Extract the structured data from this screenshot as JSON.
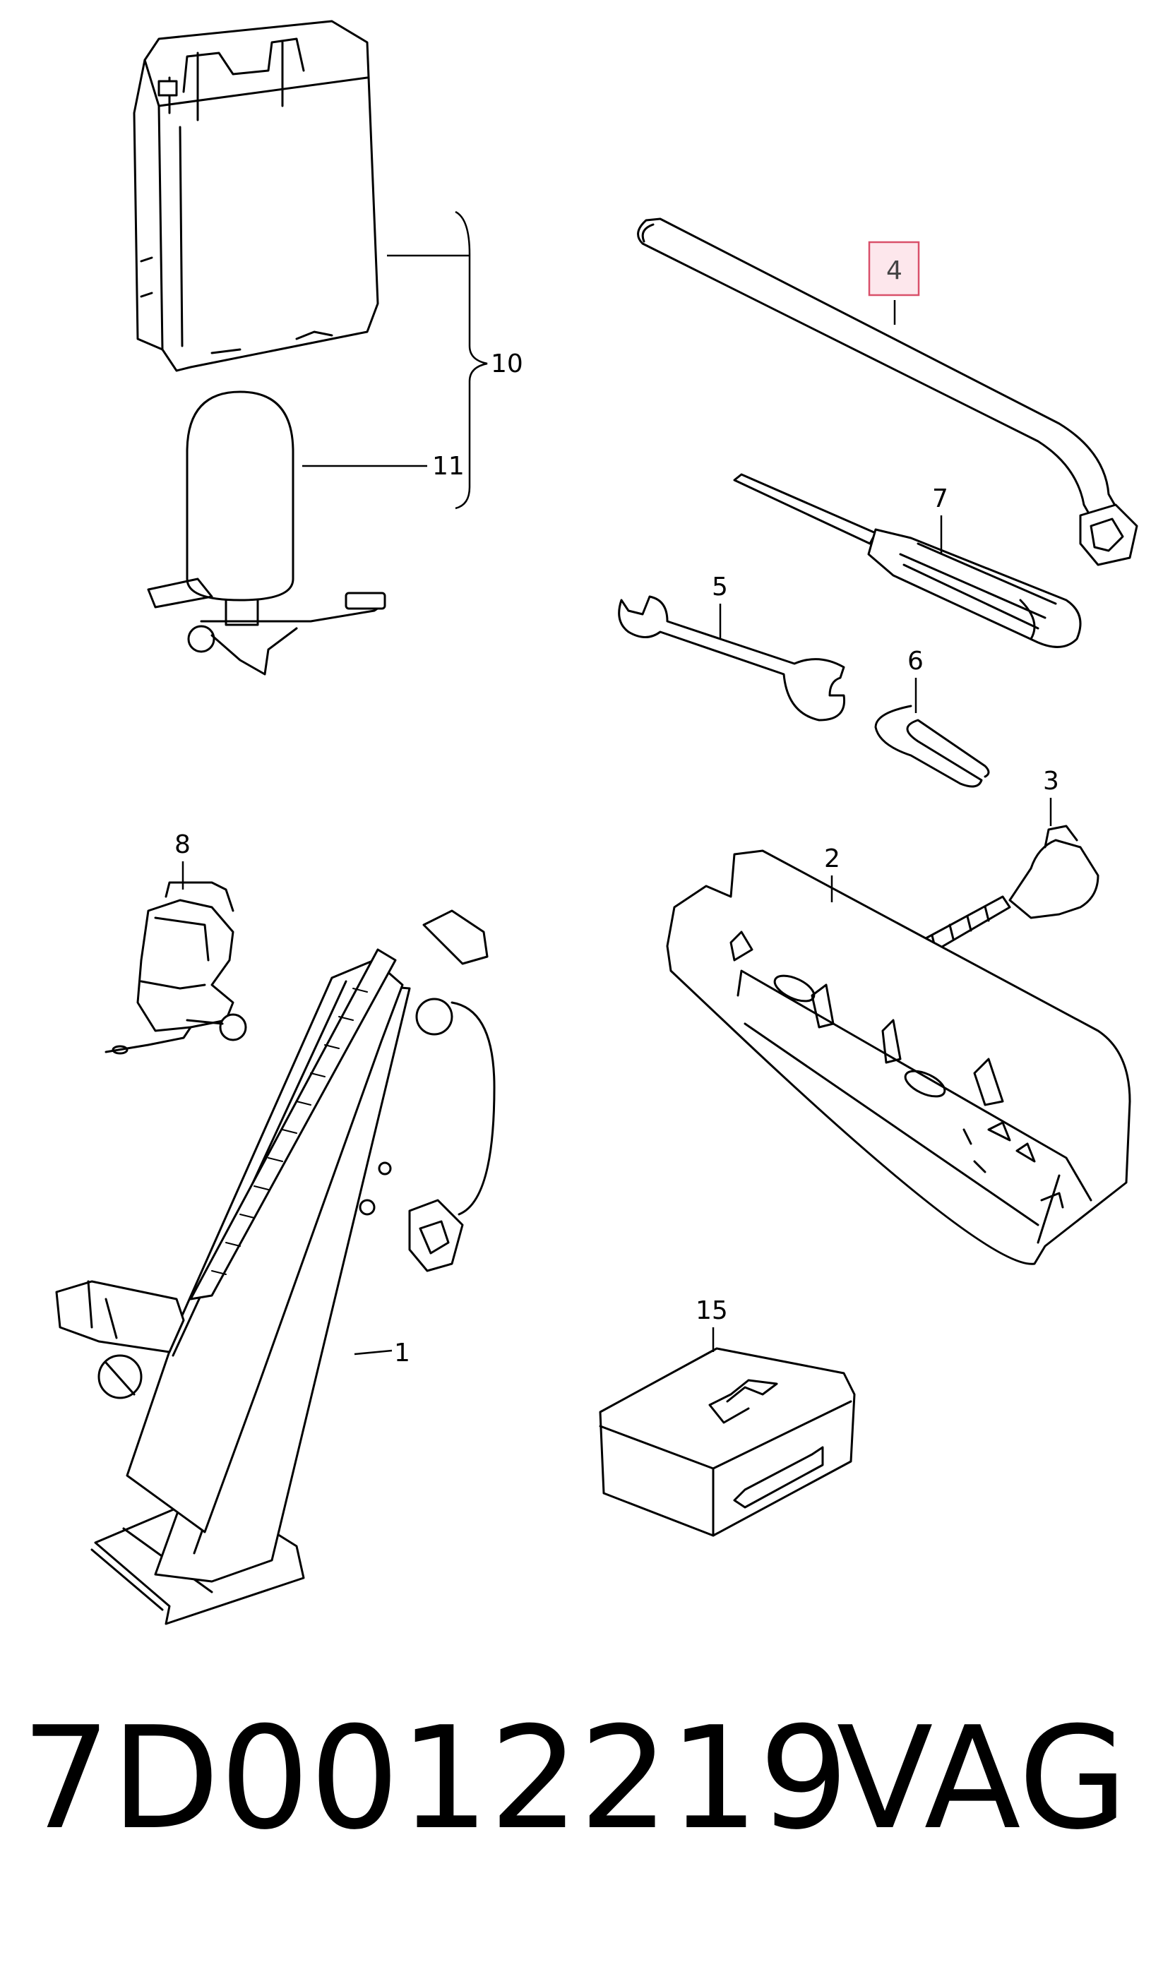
{
  "diagram": {
    "callouts": {
      "c1": "1",
      "c2": "2",
      "c3": "3",
      "c4": "4",
      "c5": "5",
      "c6": "6",
      "c7": "7",
      "c8": "8",
      "c10": "10",
      "c11": "11",
      "c15": "15"
    },
    "highlighted_callout": "4",
    "highlight_color": "#d9506a"
  },
  "footer": {
    "part_number": "7D0012219",
    "brand": "VAG"
  }
}
